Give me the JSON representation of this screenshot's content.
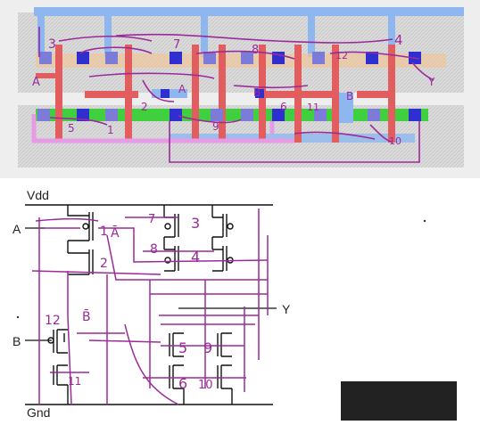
{
  "layout": {
    "annotations": [
      "3",
      "A",
      "5",
      "1",
      "2",
      "7",
      "8",
      "A",
      "B",
      "6",
      "11",
      "12",
      "B",
      "9",
      "10",
      "4",
      "Y"
    ],
    "colors": {
      "metal": "#8fb7ef",
      "poly": "#e25d5d",
      "pdiff_green": "#3fcf3f",
      "contact": "#2f2fd0",
      "handwriting": "#9b2a9b",
      "active": "#f0a05a"
    }
  },
  "schematic": {
    "vdd": "Vdd",
    "gnd": "Gnd",
    "input_a": "A",
    "input_b": "B",
    "output_y": "Y",
    "annotations": [
      "1",
      "Ā",
      "7",
      "3",
      "8",
      "4",
      "2",
      "12",
      "B̄",
      "5",
      "9",
      "11",
      "6",
      "10"
    ]
  }
}
